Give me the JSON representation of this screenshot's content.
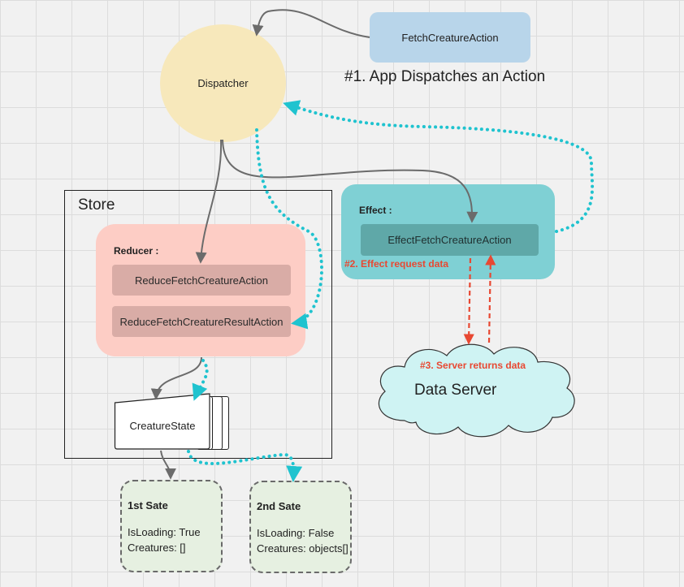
{
  "nodes": {
    "dispatcher": "Dispatcher",
    "fetch_action": "FetchCreatureAction",
    "store": "Store",
    "reducer": {
      "title": "Reducer :",
      "items": [
        "ReduceFetchCreatureAction",
        "ReduceFetchCreatureResultAction"
      ]
    },
    "effect": {
      "title": "Effect :",
      "item": "EffectFetchCreatureAction"
    },
    "data_server": "Data Server",
    "creature_state": "CreatureState",
    "first_state": {
      "title": "1st Sate",
      "lines": [
        "IsLoading: True",
        "Creatures: []"
      ]
    },
    "second_state": {
      "title": "2nd Sate",
      "lines": [
        "IsLoading: False",
        "Creatures: objects[]"
      ]
    }
  },
  "annotations": {
    "step1": "#1. App Dispatches an Action",
    "step2": "#2. Effect request data",
    "step3": "#3. Server returns data"
  },
  "colors": {
    "solid_arrow": "#6b6b6b",
    "dotted_arrow": "#1fc3cf",
    "dashed_arrow": "#e84832",
    "annotation_red": "#e84832"
  }
}
